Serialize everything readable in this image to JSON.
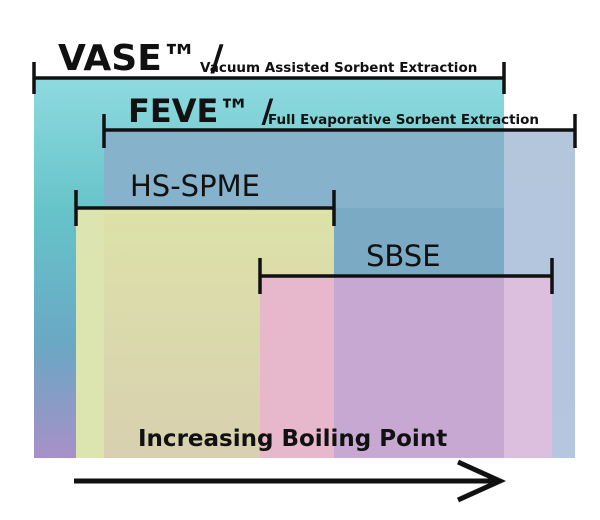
{
  "techniques": [
    {
      "key": "vase",
      "name": "VASE™ /",
      "full_name": "Vacuum Assisted Sorbent Extraction"
    },
    {
      "key": "feve",
      "name": "FEVE™ /",
      "full_name": "Full Evaporative Sorbent Extraction"
    },
    {
      "key": "hs_spme",
      "name": "HS-SPME"
    },
    {
      "key": "sbse",
      "name": "SBSE"
    }
  ],
  "axis_label": "Increasing Boiling Point",
  "colors": {
    "vase_top": "#8ed8dc",
    "vase_mid": "#5ab8c0",
    "vase_bottom": "#a690c8",
    "feve": "#9fb0d8",
    "hs_spme": "#dcdca0",
    "sbse": "#eab4c8",
    "overlap_purple": "#c4a8d0",
    "arrow": "#111111",
    "text": "#111111"
  }
}
